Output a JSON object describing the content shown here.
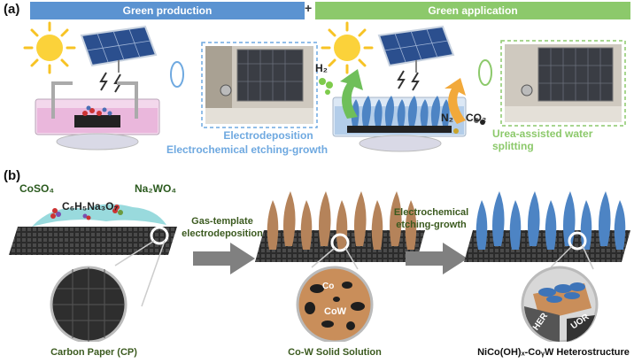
{
  "panel_a": {
    "label": "(a)",
    "banner_left": "Green production",
    "banner_right": "Green application",
    "plus": "+",
    "electrodeposition": "Electrodeposition",
    "etching_growth": "Electrochemical etching-growth",
    "urea_water": "Urea-assisted water splitting",
    "h2": "H₂",
    "n2": "N₂",
    "co2": "CO₂",
    "colors": {
      "banner_left": "#5b93d1",
      "banner_right": "#8cc96b"
    }
  },
  "panel_b": {
    "label": "(b)",
    "coso4": "CoSO₄",
    "na2wo4": "Na₂WO₄",
    "citrate": "C₆H₅Na₃O₇",
    "gas_template_1": "Gas-template",
    "gas_template_2": "electrodeposition",
    "etch_1": "Electrochemical",
    "etch_2": "etching-growth",
    "caption_cp": "Carbon Paper (CP)",
    "caption_cow": "Co-W Solid Solution",
    "caption_hetero": "NiCo(OH)ₓ-CoᵧW Heterostructure",
    "label_co": "Co",
    "label_cow": "CoW",
    "label_her": "HER",
    "label_uor": "UOR"
  }
}
